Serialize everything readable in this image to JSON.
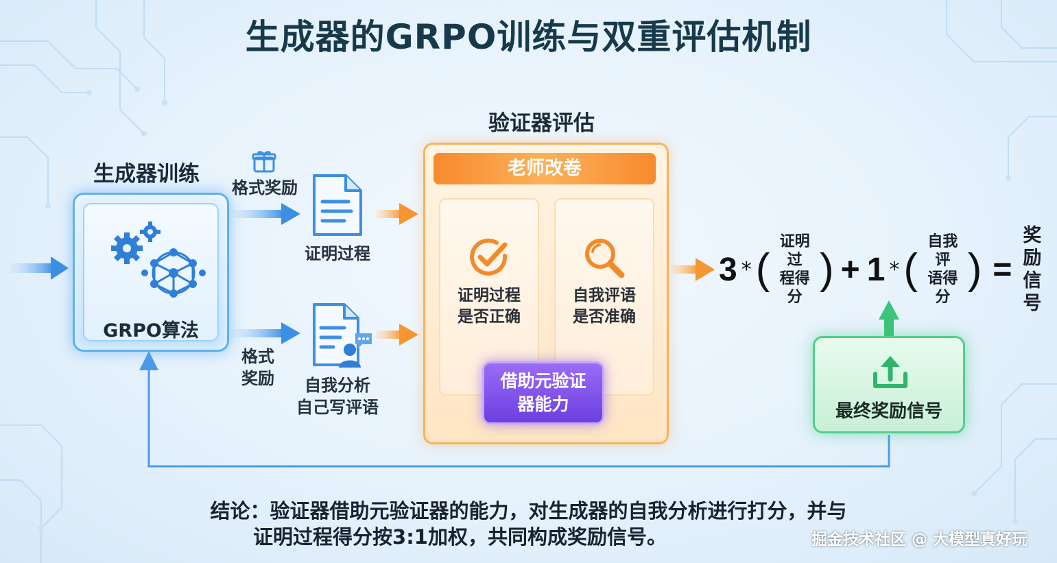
{
  "title": "生成器的GRPO训练与双重评估机制",
  "generator": {
    "section_label": "生成器训练",
    "box_label": "GRPO算法"
  },
  "rewards": {
    "top_format_reward": "格式奖励",
    "bottom_format_reward_line1": "格式",
    "bottom_format_reward_line2": "奖励"
  },
  "documents": {
    "proof": "证明过程",
    "self_analysis_line1": "自我分析",
    "self_analysis_line2": "自己写评语"
  },
  "verifier": {
    "section_label": "验证器评估",
    "header": "老师改卷",
    "card_proof_line1": "证明过程",
    "card_proof_line2": "是否正确",
    "card_review_line1": "自我评语",
    "card_review_line2": "是否准确",
    "meta_line1": "借助元验证",
    "meta_line2": "器能力"
  },
  "formula": {
    "coef1": "3",
    "times": "*",
    "term1_line1": "证明过",
    "term1_line2": "程得分",
    "plus": "+",
    "coef2": "1",
    "term2_line1": "自我评",
    "term2_line2": "语得分",
    "equals": "=",
    "result_line1": "奖励",
    "result_line2": "信号"
  },
  "final": {
    "label": "最终奖励信号"
  },
  "conclusion": {
    "line1": "结论：验证器借助元验证器的能力，对生成器的自我分析进行打分，并与",
    "line2": "证明过程得分按3:1加权，共同构成奖励信号。"
  },
  "watermark": "掘金技术社区 @ 大模型真好玩",
  "icons": {
    "gift": "gift-icon",
    "gears": "gears-icon",
    "network": "neural-network-icon",
    "document": "document-icon",
    "doc_user": "document-user-icon",
    "check": "check-circle-icon",
    "search": "magnifier-icon",
    "upload": "upload-icon"
  },
  "colors": {
    "blue": "#4a9be8",
    "orange": "#f7952f",
    "purple": "#7a4be6",
    "green": "#3cc47a"
  }
}
